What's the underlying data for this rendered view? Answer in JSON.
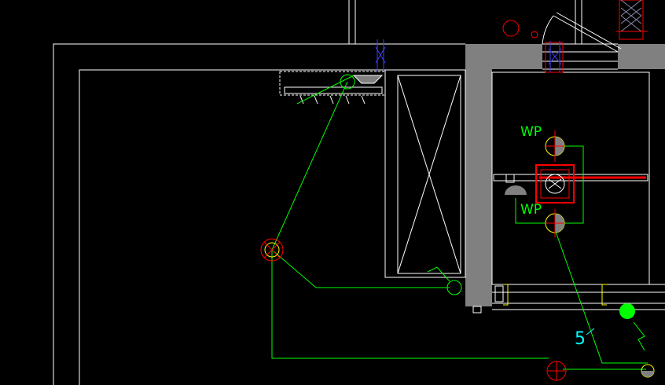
{
  "labels": {
    "wp_top": "WP",
    "wp_bottom": "WP",
    "circuit_number": "5"
  },
  "colors": {
    "background": "#000000",
    "wall_line": "#ffffff",
    "wall_fill": "#808080",
    "wiring": "#00ff00",
    "fixture_red": "#ff0000",
    "fixture_yellow": "#ffff00",
    "hatch": "#8888aa",
    "dim_text": "#00ffff",
    "blue_mark": "#4040ff"
  },
  "symbols": {
    "ceiling_lights": 3,
    "wall_lights": 1,
    "waterproof_sockets": 2,
    "air_conditioner": "indoor-unit",
    "exhaust_fan": "ventilation-fan"
  }
}
